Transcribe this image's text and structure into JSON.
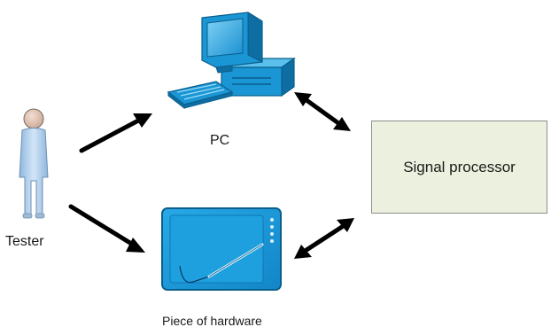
{
  "diagram": {
    "nodes": {
      "tester": {
        "label": "Tester",
        "icon": "person-icon"
      },
      "pc": {
        "label": "PC",
        "icon": "desktop-computer-icon"
      },
      "hardware": {
        "label": "Piece of hardware",
        "icon": "tablet-icon"
      },
      "signal_processor": {
        "label": "Signal processor"
      }
    },
    "edges": [
      {
        "from": "tester",
        "to": "pc",
        "direction": "one-way"
      },
      {
        "from": "tester",
        "to": "hardware",
        "direction": "one-way"
      },
      {
        "from": "pc",
        "to": "signal_processor",
        "direction": "two-way"
      },
      {
        "from": "hardware",
        "to": "signal_processor",
        "direction": "two-way"
      }
    ],
    "colors": {
      "device_blue": "#1a96d4",
      "device_outline": "#0b5f8c",
      "person_body": "#b9d6f2",
      "box_fill": "#ebf1de",
      "arrow": "#000000"
    }
  }
}
